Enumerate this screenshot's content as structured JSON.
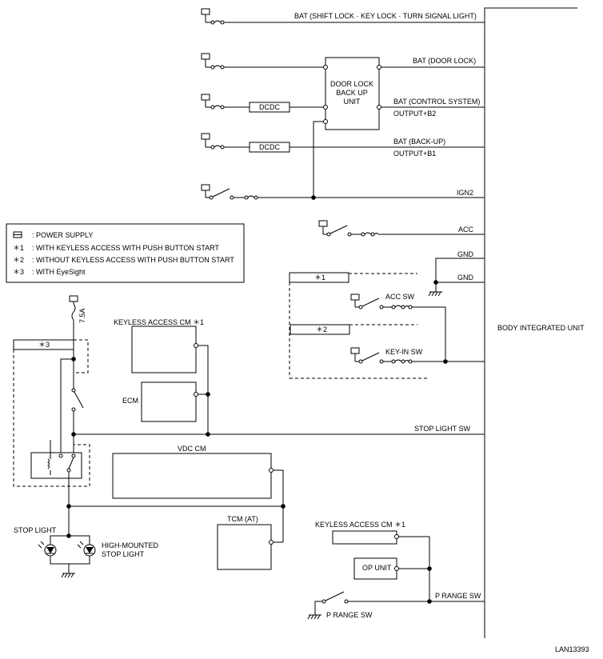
{
  "labels": {
    "bat_shift_lock": "BAT (SHIFT LOCK · KEY LOCK · TURN SIGNAL LIGHT)",
    "bat_door_lock": "BAT (DOOR LOCK)",
    "bat_control_system": "BAT (CONTROL SYSTEM)",
    "output_b2": "OUTPUT+B2",
    "bat_back_up": "BAT (BACK-UP)",
    "output_b1": "OUTPUT+B1",
    "ign2": "IGN2",
    "acc": "ACC",
    "gnd1": "GND",
    "gnd2": "GND",
    "stop_light_sw": "STOP LIGHT SW",
    "p_range_sw_line": "P RANGE SW",
    "body_integrated_unit": "BODY INTEGRATED UNIT",
    "door_lock_unit_1": "DOOR LOCK",
    "door_lock_unit_2": "BACK UP",
    "door_lock_unit_3": "UNIT",
    "dcdc_1": "DCDC",
    "dcdc_2": "DCDC",
    "acc_sw": "ACC SW",
    "key_in_sw": "KEY-IN SW",
    "note_box_1": "＊1",
    "note_box_2": "＊2",
    "note_box_3": "＊3",
    "keyless_access_cm_top": "KEYLESS ACCESS CM ＊1",
    "ecm": "ECM",
    "vdc_cm": "VDC CM",
    "tcm_at": "TCM (AT)",
    "keyless_access_cm_bottom": "KEYLESS ACCESS CM ＊1",
    "op_unit": "OP UNIT",
    "p_range_sw_switch": "P RANGE SW",
    "fuse_rating": "7.5A",
    "stop_light": "STOP LIGHT",
    "high_mounted_1": "HIGH-MOUNTED",
    "high_mounted_2": "STOP LIGHT",
    "figure_id": "LAN13393"
  },
  "legend": {
    "items": [
      {
        "key": "",
        "text": ": POWER SUPPLY"
      },
      {
        "key": "＊1",
        "text": ": WITH KEYLESS ACCESS WITH PUSH BUTTON START"
      },
      {
        "key": "＊2",
        "text": ": WITHOUT KEYLESS ACCESS WITH PUSH BUTTON START"
      },
      {
        "key": "＊3",
        "text": ": WITH EyeSight"
      }
    ]
  }
}
